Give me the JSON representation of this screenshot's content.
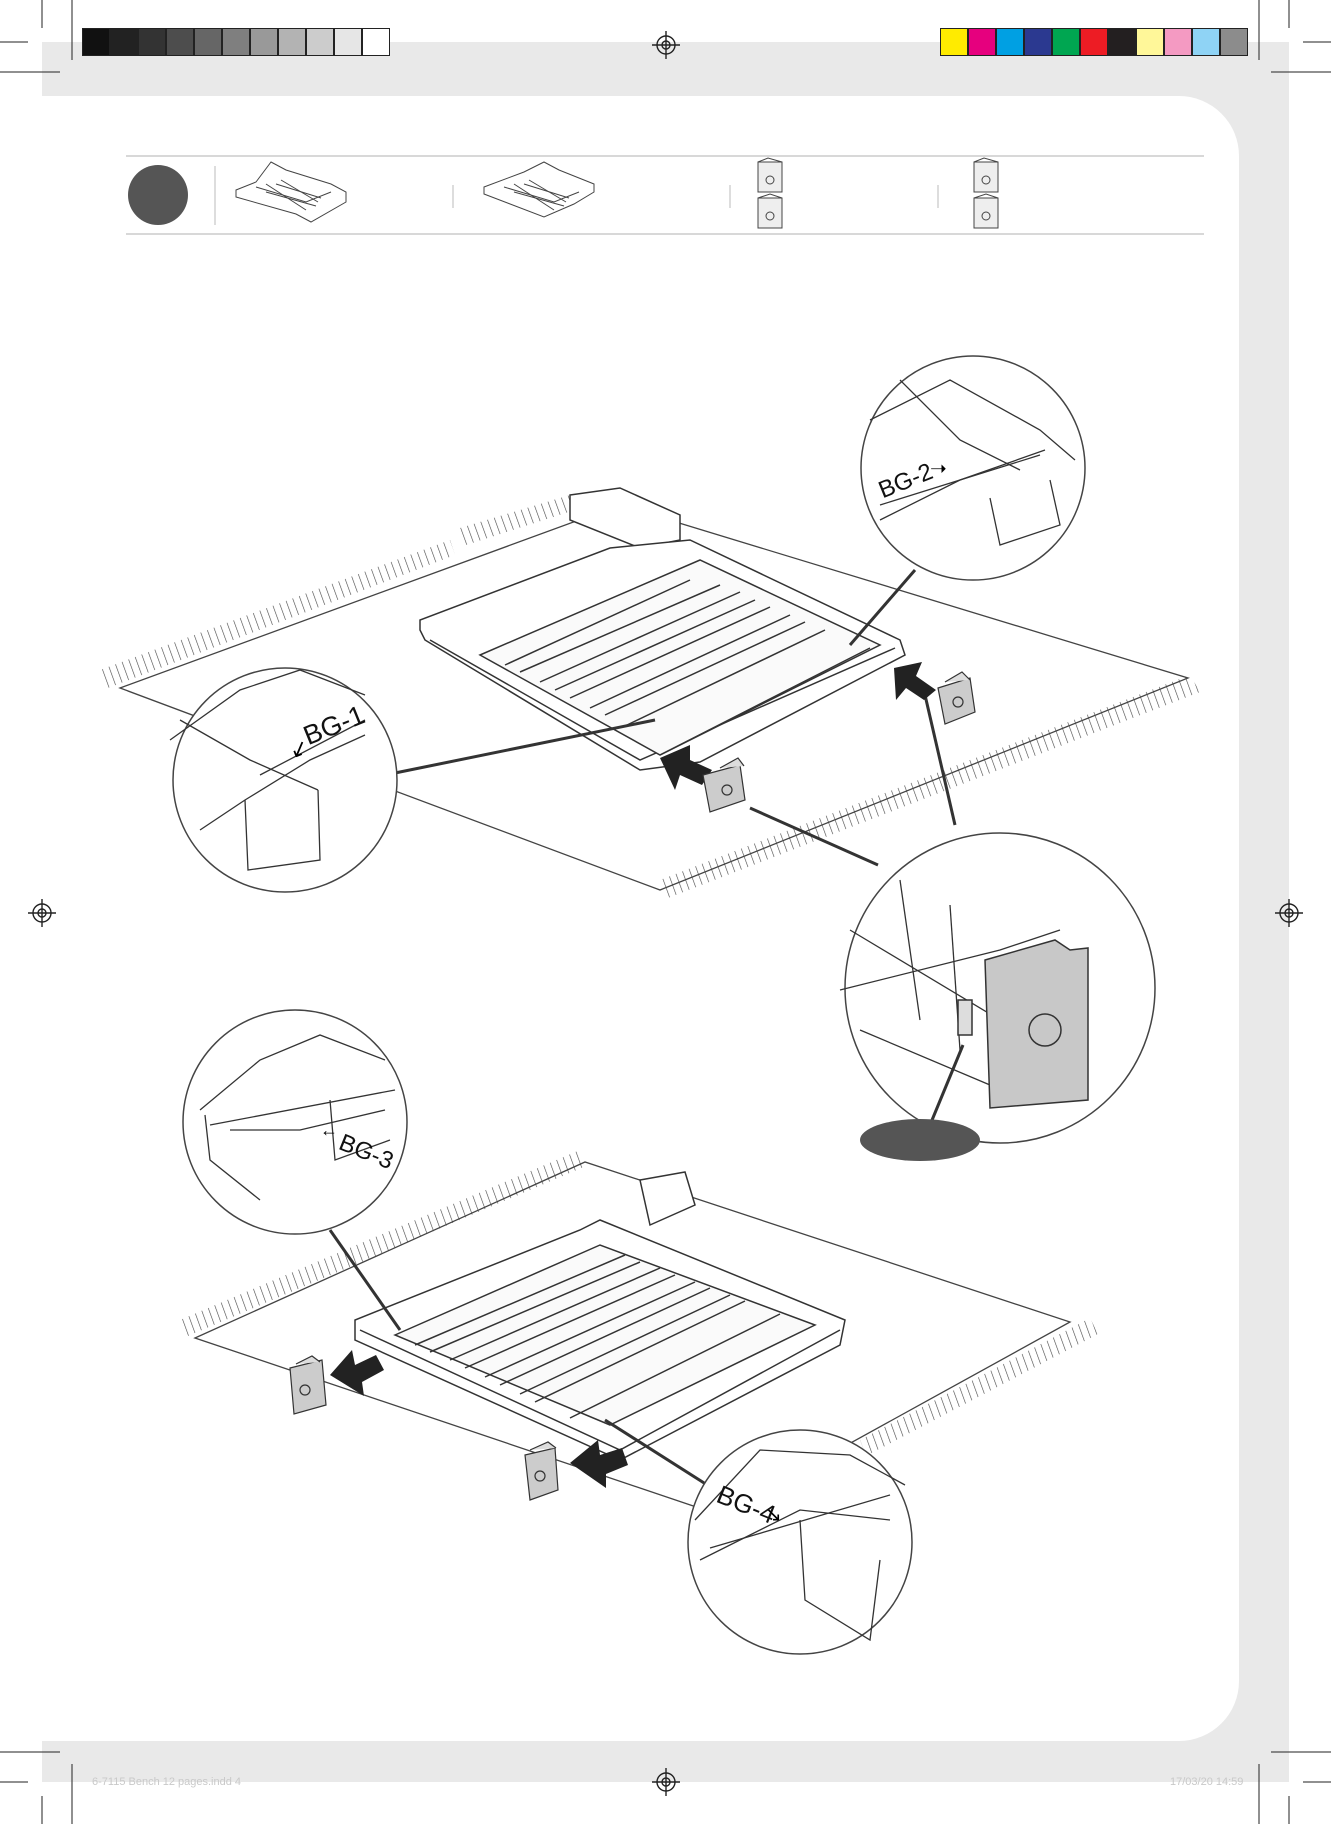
{
  "page": {
    "background_outer": "#e9e9e9",
    "background_inner": "#ffffff",
    "line_color": "#333333"
  },
  "color_bar": {
    "grays": [
      "#111111",
      "#222222",
      "#333333",
      "#4d4d4d",
      "#666666",
      "#7f7f7f",
      "#999999",
      "#b3b3b3",
      "#cccccc",
      "#e6e6e6",
      "#ffffff"
    ],
    "colors": [
      "#ffeb00",
      "#e6007e",
      "#00a0e3",
      "#2b3990",
      "#00a651",
      "#ed1c24",
      "#231f20",
      "#fff799",
      "#f49ac2",
      "#8fd3f5",
      "#8c8c8c"
    ]
  },
  "parts_strip": {
    "items": [
      {
        "name": "bench-frame-left",
        "icon": "frame-icon"
      },
      {
        "name": "bench-frame-right",
        "icon": "frame-icon"
      },
      {
        "name": "bracket-pair-a",
        "icon": "bracket-icon"
      },
      {
        "name": "bracket-pair-b",
        "icon": "bracket-icon"
      }
    ]
  },
  "callouts": {
    "bg1": "BG-1",
    "bg2": "BG-2",
    "bg3": "BG-3",
    "bg4": "BG-4"
  },
  "footer": {
    "file_name": "6-7115 Bench 12 pages.indd 4",
    "date_time": "17/03/20 14:59"
  }
}
